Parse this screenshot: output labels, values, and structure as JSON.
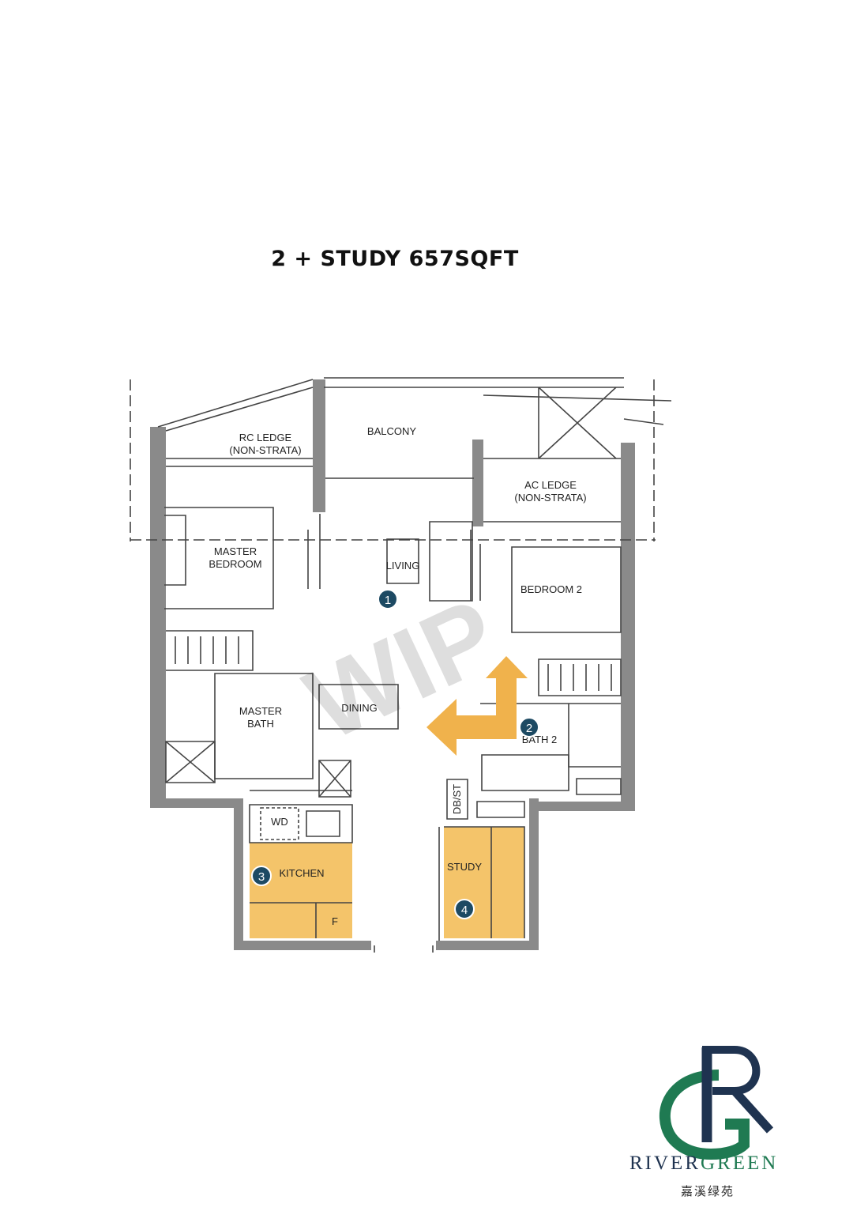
{
  "title": "2 + STUDY 657SQFT",
  "watermark": "WIP",
  "rooms": {
    "rc_ledge_1": "RC LEDGE",
    "rc_ledge_2": "(NON-STRATA)",
    "balcony": "BALCONY",
    "ac_ledge_1": "AC LEDGE",
    "ac_ledge_2": "(NON-STRATA)",
    "master_bedroom_1": "MASTER",
    "master_bedroom_2": "BEDROOM",
    "living": "LIVING",
    "bedroom2": "BEDROOM 2",
    "master_bath_1": "MASTER",
    "master_bath_2": "BATH",
    "dining": "DINING",
    "bath2": "BATH 2",
    "dbst": "DB/ST",
    "wd": "WD",
    "kitchen": "KITCHEN",
    "fridge": "F",
    "study": "STUDY"
  },
  "markers": [
    "1",
    "2",
    "3",
    "4"
  ],
  "logo": {
    "wordmark_part1": "RIVER",
    "wordmark_part2": "GREEN",
    "chinese": "嘉溪绿苑"
  },
  "colors": {
    "highlight": "#f4c46a",
    "arrow": "#f0b24c",
    "marker": "#1d4a63",
    "wall": "#8a8a8a",
    "logo_navy": "#1f3350",
    "logo_green": "#1f7a52"
  }
}
